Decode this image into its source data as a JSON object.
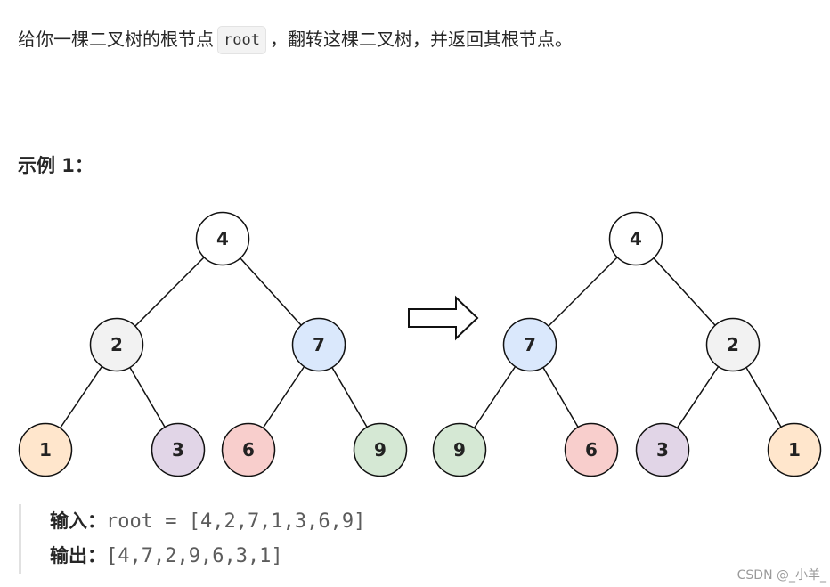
{
  "description": {
    "before": "给你一棵二叉树的根节点",
    "code": "root",
    "after": "，翻转这棵二叉树，并返回其根节点。"
  },
  "example": {
    "title": "示例 1：",
    "input_label": "输入：",
    "input_value": "root = [4,2,7,1,3,6,9]",
    "output_label": "输出：",
    "output_value": "[4,7,2,9,6,3,1]"
  },
  "colors": {
    "root": "#ffffff",
    "gray": "#f2f2f2",
    "blue": "#dae8fc",
    "orange": "#ffe6cc",
    "purple": "#e1d5e7",
    "red": "#f8cecc",
    "green": "#d5e8d4"
  },
  "trees": {
    "before": [
      {
        "label": "4",
        "color": "root"
      },
      {
        "label": "2",
        "color": "gray"
      },
      {
        "label": "7",
        "color": "blue"
      },
      {
        "label": "1",
        "color": "orange"
      },
      {
        "label": "3",
        "color": "purple"
      },
      {
        "label": "6",
        "color": "red"
      },
      {
        "label": "9",
        "color": "green"
      }
    ],
    "after": [
      {
        "label": "4",
        "color": "root"
      },
      {
        "label": "7",
        "color": "blue"
      },
      {
        "label": "2",
        "color": "gray"
      },
      {
        "label": "9",
        "color": "green"
      },
      {
        "label": "6",
        "color": "red"
      },
      {
        "label": "3",
        "color": "purple"
      },
      {
        "label": "1",
        "color": "orange"
      }
    ]
  },
  "watermark": "CSDN @_小羊_"
}
